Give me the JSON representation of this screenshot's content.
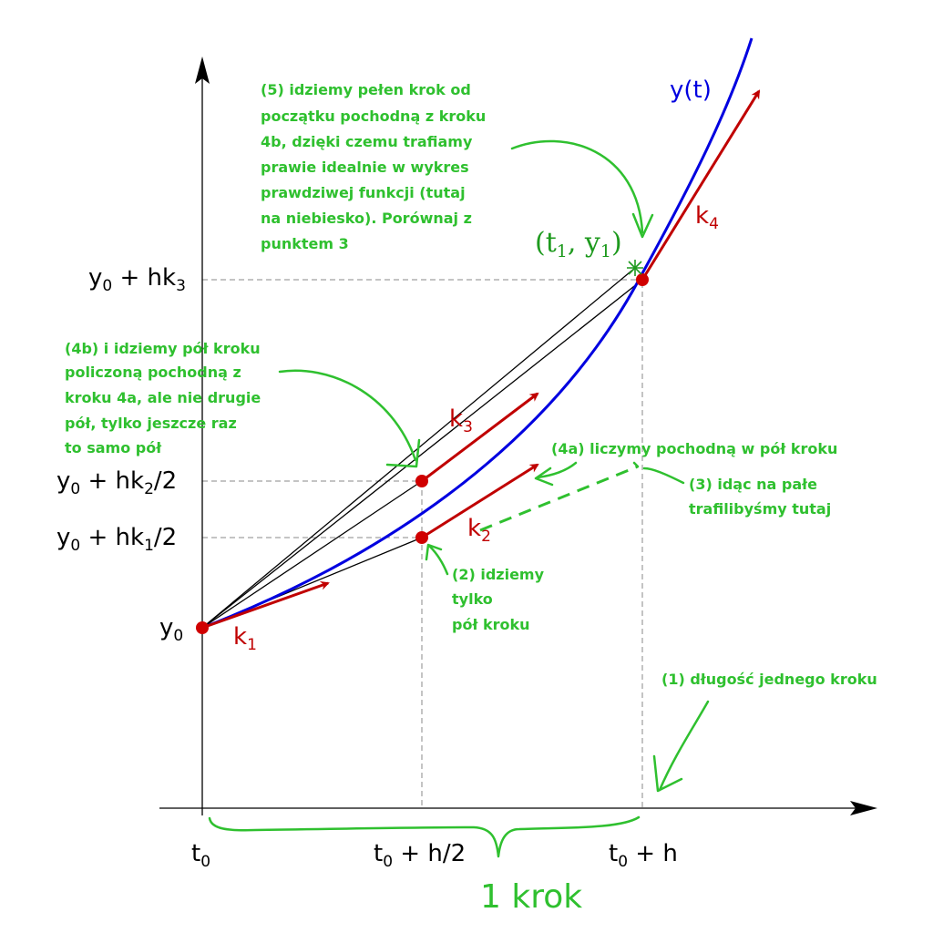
{
  "axes": {
    "t_ticks": [
      {
        "id": "t0",
        "main": "t",
        "sub": "0",
        "rest": ""
      },
      {
        "id": "t0-half",
        "main": "t",
        "sub": "0",
        "rest": " + h/2"
      },
      {
        "id": "t0-h",
        "main": "t",
        "sub": "0",
        "rest": " + h"
      }
    ],
    "y_ticks": [
      {
        "id": "y0",
        "main": "y",
        "sub": "0",
        "rest": "",
        "sub2": "",
        "rest2": ""
      },
      {
        "id": "y0-hk1",
        "main": "y",
        "sub": "0",
        "rest": " + hk",
        "sub2": "1",
        "rest2": "/2"
      },
      {
        "id": "y0-hk2",
        "main": "y",
        "sub": "0",
        "rest": " + hk",
        "sub2": "2",
        "rest2": "/2"
      },
      {
        "id": "y0-hk3",
        "main": "y",
        "sub": "0",
        "rest": " + hk",
        "sub2": "3",
        "rest2": ""
      }
    ]
  },
  "curve_label": "y(t)",
  "point_label": {
    "open": "(t",
    "sub1": "1",
    "mid": ", y",
    "sub2": "1",
    "close": ")"
  },
  "slopes": [
    {
      "id": "k1",
      "main": "k",
      "sub": "1"
    },
    {
      "id": "k2",
      "main": "k",
      "sub": "2"
    },
    {
      "id": "k3",
      "main": "k",
      "sub": "3"
    },
    {
      "id": "k4",
      "main": "k",
      "sub": "4"
    }
  ],
  "notes": {
    "n5": [
      "(5) idziemy pełen krok od",
      "początku pochodną z kroku",
      "4b, dzięki czemu trafiamy",
      "prawie idealnie w wykres",
      "prawdziwej funkcji (tutaj",
      "na niebiesko). Porównaj z",
      "punktem 3"
    ],
    "n4b": [
      "(4b) i idziemy pół kroku",
      "policzoną pochodną z",
      "kroku 4a, ale nie drugie",
      "pół, tylko jeszcze raz",
      "to samo pół"
    ],
    "n4a": [
      "(4a) liczymy pochodną w pół kroku"
    ],
    "n3": [
      "(3) idąc na pałe",
      "trafilibyśmy tutaj"
    ],
    "n2": [
      "(2) idziemy",
      "tylko",
      "pół kroku"
    ],
    "n1": [
      "(1) długość jednego kroku"
    ]
  },
  "brace_label": "1 krok",
  "colors": {
    "curve": "#0000e0",
    "slope": "#c00000",
    "annotation": "#2fc02f",
    "point": "#1e9a1e"
  }
}
